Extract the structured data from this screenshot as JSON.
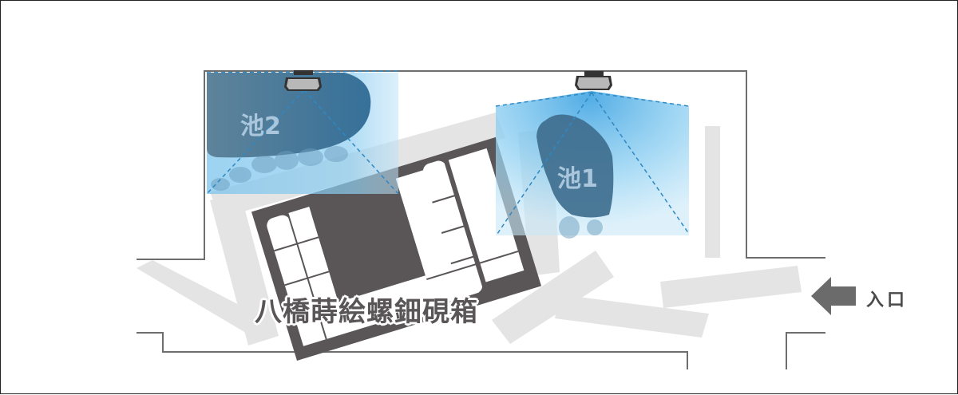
{
  "diagram": {
    "type": "floor-plan",
    "colors": {
      "wall": "#6e6e6e",
      "path": "#e4e4e4",
      "pond": "#3f6e8e",
      "projection": "#6cc0ee",
      "exhibit": "#5a5657",
      "entrance_arrow": "#6b6b6b"
    },
    "ponds": [
      {
        "id": "pond-1",
        "label": "池1"
      },
      {
        "id": "pond-2",
        "label": "池2"
      }
    ],
    "projectors": [
      {
        "id": "projector-1",
        "covers": "池1"
      },
      {
        "id": "projector-2",
        "covers": "池2"
      }
    ],
    "exhibit": {
      "label": "八橋蒔絵螺鈿硯箱"
    },
    "entrance": {
      "label": "入口",
      "icon": "arrow-left-icon"
    }
  }
}
